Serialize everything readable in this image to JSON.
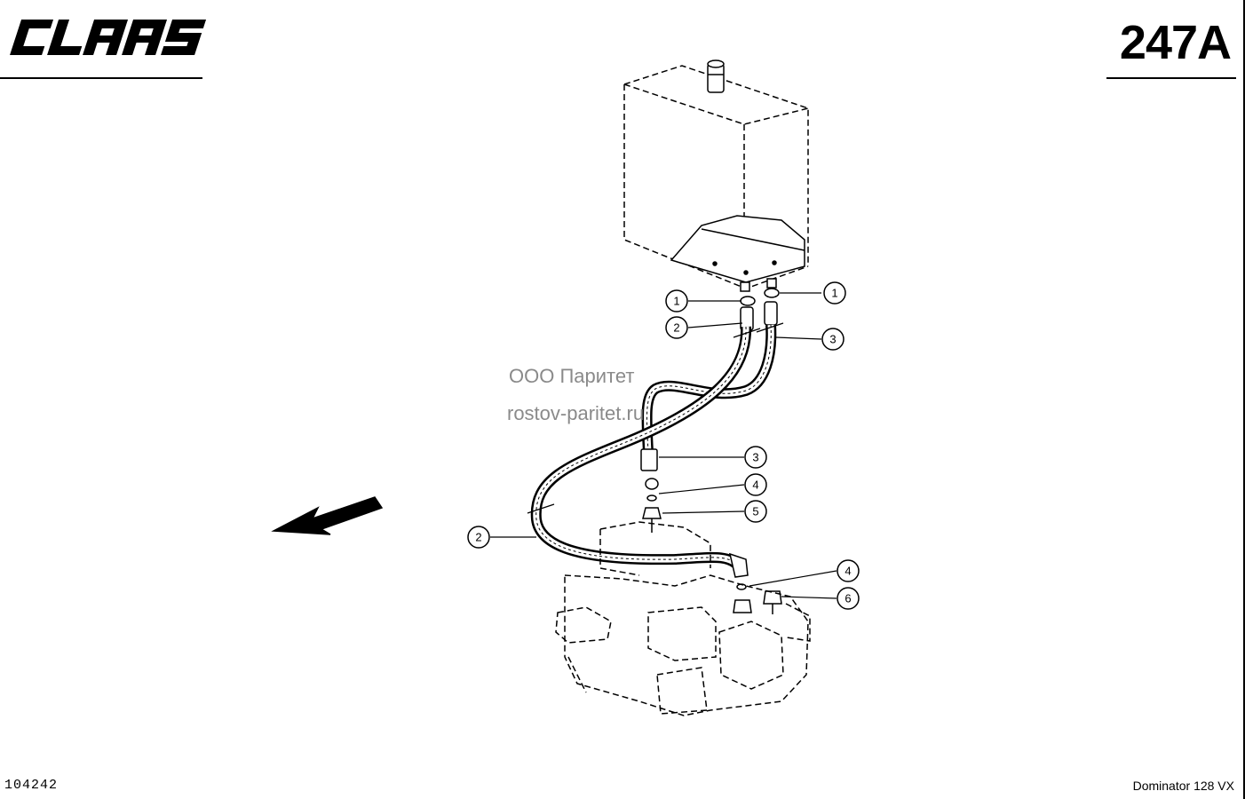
{
  "header": {
    "brand": "CLAAS",
    "page_number": "247A"
  },
  "watermark": {
    "line1": "ООО Паритет",
    "line2": "rostov-paritet.ru"
  },
  "callouts": [
    {
      "label": "1"
    },
    {
      "label": "1"
    },
    {
      "label": "2"
    },
    {
      "label": "3"
    },
    {
      "label": "3"
    },
    {
      "label": "4"
    },
    {
      "label": "5"
    },
    {
      "label": "2"
    },
    {
      "label": "4"
    },
    {
      "label": "6"
    }
  ],
  "footer": {
    "document_id": "104242",
    "model": "Dominator 128 VX"
  }
}
